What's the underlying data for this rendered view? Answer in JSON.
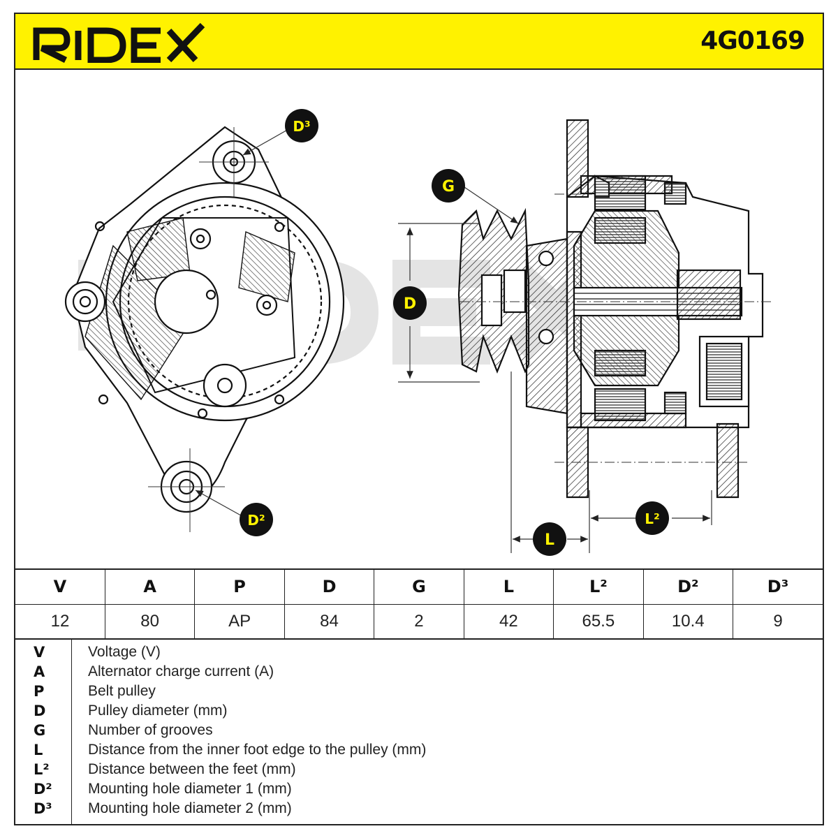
{
  "header": {
    "brand": "RIDEX",
    "part_number": "4G0169",
    "brand_color": "#fff200"
  },
  "drawing": {
    "labels": {
      "d3": "D³",
      "d2": "D²",
      "g": "G",
      "d": "D",
      "l": "L",
      "l2": "L²"
    },
    "label_bg": "#111111",
    "label_fg": "#fff200",
    "watermark": "RIDEX"
  },
  "spec_table": {
    "headers": [
      "V",
      "A",
      "P",
      "D",
      "G",
      "L",
      "L²",
      "D²",
      "D³"
    ],
    "values": [
      "12",
      "80",
      "AP",
      "84",
      "2",
      "42",
      "65.5",
      "10.4",
      "9"
    ]
  },
  "legend": [
    {
      "key": "V",
      "desc": "Voltage (V)"
    },
    {
      "key": "A",
      "desc": "Alternator charge current (A)"
    },
    {
      "key": "P",
      "desc": "Belt pulley"
    },
    {
      "key": "D",
      "desc": "Pulley diameter (mm)"
    },
    {
      "key": "G",
      "desc": "Number of grooves"
    },
    {
      "key": "L",
      "desc": "Distance from the inner foot edge to the pulley (mm)"
    },
    {
      "key": "L²",
      "desc": "Distance between the feet (mm)"
    },
    {
      "key": "D²",
      "desc": "Mounting hole diameter 1 (mm)"
    },
    {
      "key": "D³",
      "desc": "Mounting hole diameter 2 (mm)"
    }
  ]
}
